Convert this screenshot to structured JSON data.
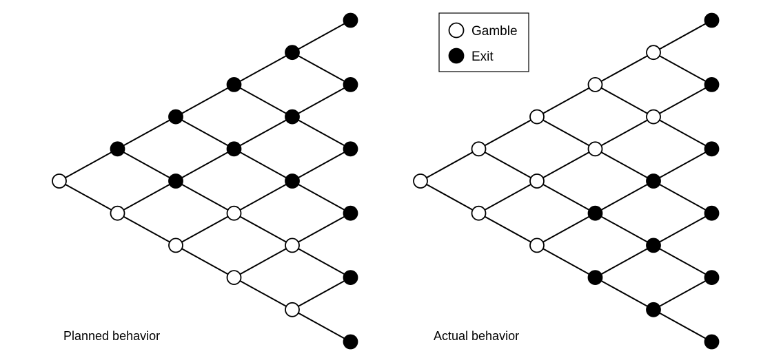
{
  "legend": {
    "items": [
      {
        "label": "Gamble",
        "marker": "open-circle"
      },
      {
        "label": "Exit",
        "marker": "filled-circle"
      }
    ]
  },
  "colors": {
    "stroke": "#000000",
    "gamble_fill": "#ffffff",
    "exit_fill": "#000000"
  },
  "trees": [
    {
      "caption": "Planned behavior",
      "levels": 6,
      "nodes": [
        [
          "gamble"
        ],
        [
          "gamble",
          "exit"
        ],
        [
          "gamble",
          "exit",
          "exit"
        ],
        [
          "gamble",
          "gamble",
          "exit",
          "exit"
        ],
        [
          "gamble",
          "gamble",
          "exit",
          "exit",
          "exit"
        ],
        [
          "exit",
          "exit",
          "exit",
          "exit",
          "exit",
          "exit"
        ]
      ]
    },
    {
      "caption": "Actual behavior",
      "levels": 6,
      "nodes": [
        [
          "gamble"
        ],
        [
          "gamble",
          "gamble"
        ],
        [
          "gamble",
          "gamble",
          "gamble"
        ],
        [
          "exit",
          "exit",
          "gamble",
          "gamble"
        ],
        [
          "exit",
          "exit",
          "exit",
          "gamble",
          "gamble"
        ],
        [
          "exit",
          "exit",
          "exit",
          "exit",
          "exit",
          "exit"
        ]
      ]
    }
  ]
}
